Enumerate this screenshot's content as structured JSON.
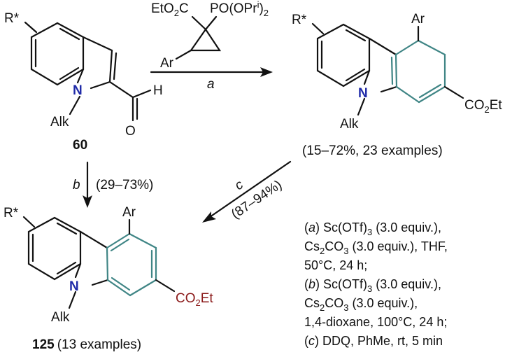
{
  "compounds": {
    "c60": {
      "id": "60",
      "r_label": "R*",
      "n_label": "N",
      "alk_label": "Alk",
      "h_label": "H",
      "o_label": "O"
    },
    "intermediate": {
      "r_label": "R*",
      "n_label": "N",
      "alk_label": "Alk",
      "ar_label": "Ar",
      "ester_co": "CO",
      "ester_sub": "2",
      "ester_et": "Et",
      "yield_text": "(15–72%, 23 examples)"
    },
    "c125": {
      "id": "125",
      "note": "(13 examples)",
      "r_label": "R*",
      "n_label": "N",
      "alk_label": "Alk",
      "ar_label": "Ar",
      "ester_co": "CO",
      "ester_sub": "2",
      "ester_et": "Et"
    }
  },
  "reagent": {
    "left_ester": "EtO",
    "left_ester_sub": "2",
    "left_ester_c": "C",
    "phosphonate_pre": "PO(OPr",
    "phosphonate_sup": "i",
    "phosphonate_post": ")",
    "phosphonate_sub": "2",
    "ar": "Ar"
  },
  "arrows": {
    "a": {
      "letter": "a"
    },
    "b": {
      "letter": "b",
      "yield": "(29–73%)"
    },
    "c": {
      "letter": "c",
      "yield": "(87–94%)"
    }
  },
  "conditions": {
    "a_line1": {
      "open": "(",
      "letter": "a",
      "close": ") Sc(OTf)",
      "sub": "3",
      "rest": " (3.0 equiv.),"
    },
    "a_line2": {
      "pre": "Cs",
      "sub1": "2",
      "mid": "CO",
      "sub2": "3",
      "rest": " (3.0 equiv.), THF,"
    },
    "a_line3": "50°C, 24 h;",
    "b_line1": {
      "open": "(",
      "letter": "b",
      "close": ") Sc(OTf)",
      "sub": "3",
      "rest": " (3.0 equiv.),"
    },
    "b_line2": {
      "pre": "Cs",
      "sub1": "2",
      "mid": "CO",
      "sub2": "3",
      "rest": " (3.0 equiv.),"
    },
    "b_line3": "1,4-dioxane, 100°C, 24 h;",
    "c_line1": {
      "open": "(",
      "letter": "c",
      "close": ") DDQ, PhMe, rt, 5 min"
    }
  }
}
